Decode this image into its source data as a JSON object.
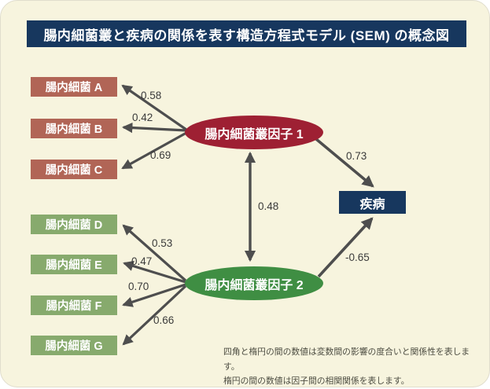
{
  "title": "腸内細菌叢と疾病の関係を表す構造方程式モデル (SEM) の概念図",
  "factor1": {
    "label": "腸内細菌叢因子 1"
  },
  "factor2": {
    "label": "腸内細菌叢因子 2"
  },
  "outcome": {
    "label": "疾病"
  },
  "indicators": [
    {
      "label": "腸内細菌 A",
      "group": "factor1",
      "loading": "0.58"
    },
    {
      "label": "腸内細菌 B",
      "group": "factor1",
      "loading": "0.42"
    },
    {
      "label": "腸内細菌 C",
      "group": "factor1",
      "loading": "0.69"
    },
    {
      "label": "腸内細菌 D",
      "group": "factor2",
      "loading": "0.53"
    },
    {
      "label": "腸内細菌 E",
      "group": "factor2",
      "loading": "0.47"
    },
    {
      "label": "腸内細菌 F",
      "group": "factor2",
      "loading": "0.70"
    },
    {
      "label": "腸内細菌 G",
      "group": "factor2",
      "loading": "0.66"
    }
  ],
  "paths": {
    "factor1_to_disease": "0.73",
    "factor2_to_disease": "-0.65",
    "factor1_factor2_correlation": "0.48"
  },
  "notes": {
    "line1": "四角と楕円の間の数値は変数間の影響の度合いと関係性を表します。",
    "line2": "楕円の間の数値は因子間の相関関係を表します。"
  },
  "colors": {
    "background": "#f7f4de",
    "navy": "#17375e",
    "red_box": "#b16556",
    "red_ellipse": "#9e2033",
    "green_box": "#87aa6d",
    "green_ellipse": "#3f8e43",
    "arrow": "#4e4e4e"
  }
}
